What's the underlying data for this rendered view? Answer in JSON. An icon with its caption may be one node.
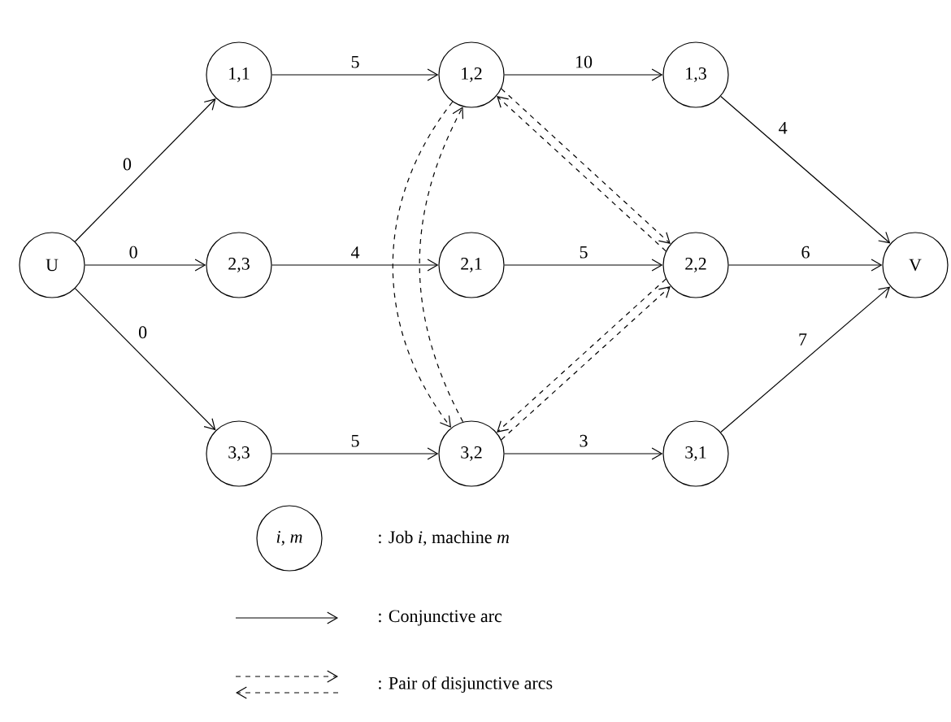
{
  "diagram": {
    "nodes": [
      {
        "text": [
          "U"
        ]
      },
      {
        "text": [
          "1,1"
        ]
      },
      {
        "text": [
          "2,3"
        ]
      },
      {
        "text": [
          "3,3"
        ]
      },
      {
        "text": [
          "1,2"
        ]
      },
      {
        "text": [
          "2,1"
        ]
      },
      {
        "text": [
          "3,2"
        ]
      },
      {
        "text": [
          "1,3"
        ]
      },
      {
        "text": [
          "2,2"
        ]
      },
      {
        "text": [
          "3,1"
        ]
      },
      {
        "text": [
          "V"
        ]
      },
      {
        "text": [
          "*i*, *m*"
        ]
      }
    ],
    "edges": [
      {
        "from": 0,
        "to": 1,
        "arrow": "to",
        "label": "0"
      },
      {
        "from": 0,
        "to": 2,
        "arrow": "to",
        "label": "0"
      },
      {
        "from": 0,
        "to": 3,
        "arrow": "to",
        "label": "0"
      },
      {
        "from": 1,
        "to": 4,
        "arrow": "to",
        "label": "5"
      },
      {
        "from": 2,
        "to": 5,
        "arrow": "to",
        "label": "4"
      },
      {
        "from": 3,
        "to": 6,
        "arrow": "to",
        "label": "5"
      },
      {
        "from": 4,
        "to": 7,
        "arrow": "to",
        "label": "10"
      },
      {
        "from": 5,
        "to": 8,
        "arrow": "to",
        "label": "5"
      },
      {
        "from": 6,
        "to": 9,
        "arrow": "to",
        "label": "3"
      },
      {
        "from": 7,
        "to": 10,
        "arrow": "to",
        "label": "4"
      },
      {
        "from": 8,
        "to": 10,
        "arrow": "to",
        "label": "6"
      },
      {
        "from": 9,
        "to": 10,
        "arrow": "to",
        "label": "7"
      },
      {
        "from": 4,
        "to": 6,
        "arrow": "to",
        "style": "dashed"
      },
      {
        "from": 6,
        "to": 4,
        "arrow": "to",
        "style": "dashed"
      },
      {
        "from": 4,
        "to": 8,
        "arrow": "to",
        "style": "dashed"
      },
      {
        "from": 8,
        "to": 4,
        "arrow": "to",
        "style": "dashed"
      },
      {
        "from": 8,
        "to": 6,
        "arrow": "to",
        "style": "dashed"
      },
      {
        "from": 6,
        "to": 8,
        "arrow": "to",
        "style": "dashed"
      }
    ],
    "legend": [
      {
        "text": ": Job *i*, machine *m*"
      },
      {
        "text": ": Conjunctive arc"
      },
      {
        "text": ": Pair of disjunctive arcs"
      }
    ]
  }
}
